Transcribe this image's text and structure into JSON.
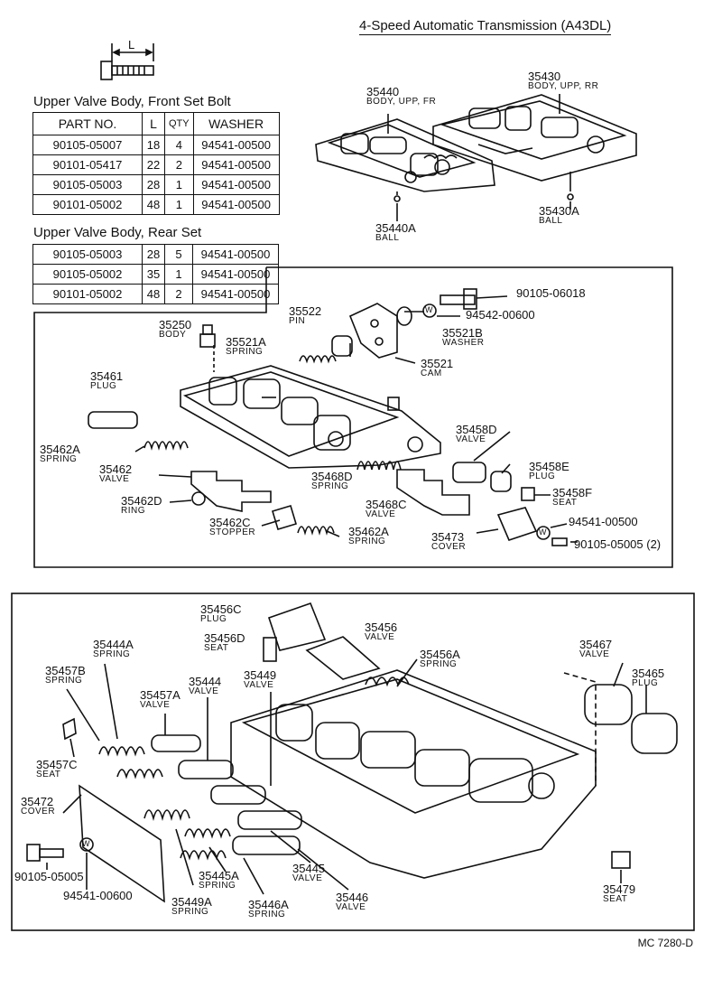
{
  "title": "4-Speed Automatic Transmission (A43DL)",
  "dimension_label": "L",
  "front_set_bolt": {
    "title": "Upper Valve Body, Front Set Bolt",
    "headers": [
      "PART NO.",
      "L",
      "QTY",
      "WASHER"
    ],
    "rows": [
      [
        "90105-05007",
        "18",
        "4",
        "94541-00500"
      ],
      [
        "90101-05417",
        "22",
        "2",
        "94541-00500"
      ],
      [
        "90105-05003",
        "28",
        "1",
        "94541-00500"
      ],
      [
        "90101-05002",
        "48",
        "1",
        "94541-00500"
      ]
    ]
  },
  "rear_set": {
    "title": "Upper Valve Body, Rear Set",
    "rows": [
      [
        "90105-05003",
        "28",
        "5",
        "94541-00500"
      ],
      [
        "90105-05002",
        "35",
        "1",
        "94541-00500"
      ],
      [
        "90101-05002",
        "48",
        "2",
        "94541-00500"
      ]
    ]
  },
  "labels": {
    "p35440": {
      "num": "35440",
      "sub": "BODY, UPP, FR"
    },
    "p35430": {
      "num": "35430",
      "sub": "BODY, UPP, RR"
    },
    "p35440A": {
      "num": "35440A",
      "sub": "BALL"
    },
    "p35430A": {
      "num": "35430A",
      "sub": "BALL"
    },
    "p35522": {
      "num": "35522",
      "sub": "PIN"
    },
    "p35250": {
      "num": "35250",
      "sub": "BODY"
    },
    "p35521A": {
      "num": "35521A",
      "sub": "SPRING"
    },
    "p35521B": {
      "num": "35521B",
      "sub": "WASHER"
    },
    "p35521": {
      "num": "35521",
      "sub": "CAM"
    },
    "w94542": {
      "num": "94542-00600"
    },
    "b90105_06018": {
      "num": "90105-06018"
    },
    "p35461": {
      "num": "35461",
      "sub": "PLUG"
    },
    "p35462A": {
      "num": "35462A",
      "sub": "SPRING"
    },
    "p35462": {
      "num": "35462",
      "sub": "VALVE"
    },
    "p35462D": {
      "num": "35462D",
      "sub": "RING"
    },
    "p35462C": {
      "num": "35462C",
      "sub": "STOPPER"
    },
    "p35462A2": {
      "num": "35462A",
      "sub": "SPRING"
    },
    "p35468D": {
      "num": "35468D",
      "sub": "SPRING"
    },
    "p35468C": {
      "num": "35468C",
      "sub": "VALVE"
    },
    "p35458D": {
      "num": "35458D",
      "sub": "VALVE"
    },
    "p35458E": {
      "num": "35458E",
      "sub": "PLUG"
    },
    "p35458F": {
      "num": "35458F",
      "sub": "SEAT"
    },
    "p35473": {
      "num": "35473",
      "sub": "COVER"
    },
    "w94541_a": {
      "num": "94541-00500"
    },
    "b90105_05005a": {
      "num": "90105-05005 (2)"
    },
    "p35456C": {
      "num": "35456C",
      "sub": "PLUG"
    },
    "p35456D": {
      "num": "35456D",
      "sub": "SEAT"
    },
    "p35456": {
      "num": "35456",
      "sub": "VALVE"
    },
    "p35456A": {
      "num": "35456A",
      "sub": "SPRING"
    },
    "p35467": {
      "num": "35467",
      "sub": "VALVE"
    },
    "p35465": {
      "num": "35465",
      "sub": "PLUG"
    },
    "p35444A": {
      "num": "35444A",
      "sub": "SPRING"
    },
    "p35457B": {
      "num": "35457B",
      "sub": "SPRING"
    },
    "p35444": {
      "num": "35444",
      "sub": "VALVE"
    },
    "p35457A": {
      "num": "35457A",
      "sub": "VALVE"
    },
    "p35449": {
      "num": "35449",
      "sub": "VALVE"
    },
    "p35457C": {
      "num": "35457C",
      "sub": "SEAT"
    },
    "p35472": {
      "num": "35472",
      "sub": "COVER"
    },
    "b90105_05005b": {
      "num": "90105-05005"
    },
    "w94541_00600": {
      "num": "94541-00600"
    },
    "p35449A": {
      "num": "35449A",
      "sub": "SPRING"
    },
    "p35445A": {
      "num": "35445A",
      "sub": "SPRING"
    },
    "p35446A": {
      "num": "35446A",
      "sub": "SPRING"
    },
    "p35445": {
      "num": "35445",
      "sub": "VALVE"
    },
    "p35446": {
      "num": "35446",
      "sub": "VALVE"
    },
    "p35479": {
      "num": "35479",
      "sub": "SEAT"
    }
  },
  "washer_symbol": "W",
  "footer": "MC 7280-D"
}
